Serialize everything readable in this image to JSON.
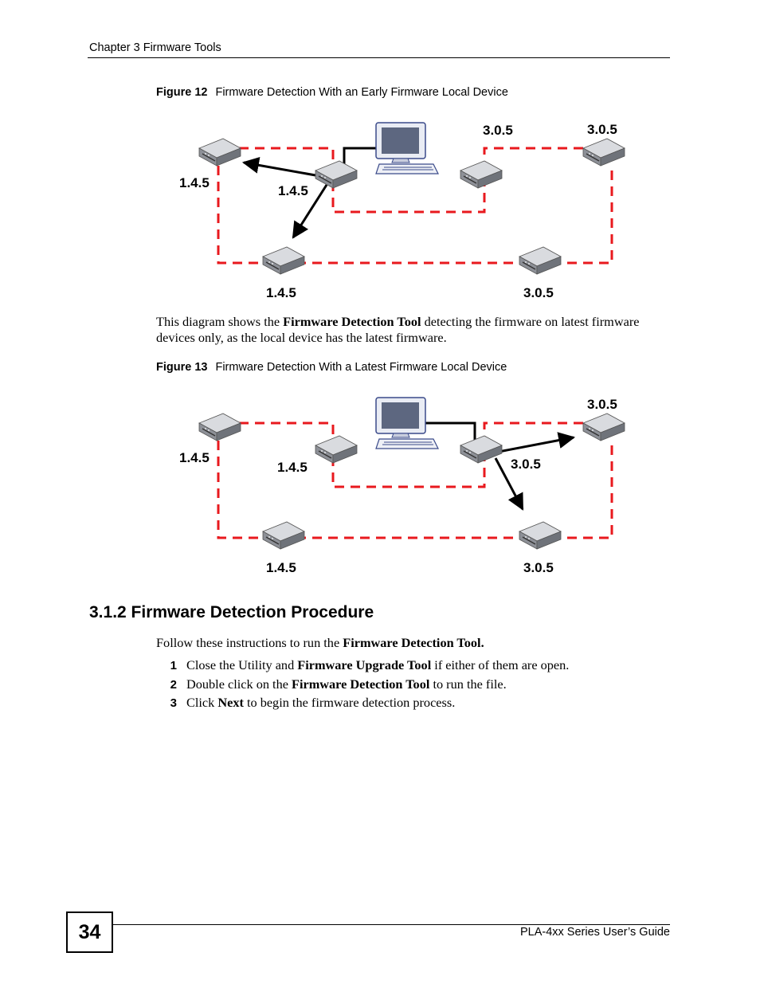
{
  "header": {
    "chapter": "Chapter 3 Firmware Tools"
  },
  "figure12": {
    "label": "Figure 12",
    "title": "Firmware Detection With an Early Firmware Local Device",
    "labels": {
      "top_left": "1.4.5",
      "local": "1.4.5",
      "bottom_left": "1.4.5",
      "mid_right": "3.0.5",
      "top_right": "3.0.5",
      "bottom_right": "3.0.5"
    }
  },
  "paragraph1": {
    "before": "This diagram shows the ",
    "bold": "Firmware Detection Tool",
    "after": " detecting the firmware on latest firmware devices only, as the local device has the latest firmware."
  },
  "figure13": {
    "label": "Figure 13",
    "title": "Firmware Detection With a Latest Firmware Local Device",
    "labels": {
      "top_left": "1.4.5",
      "mid_left": "1.4.5",
      "bottom_left": "1.4.5",
      "local": "3.0.5",
      "top_right": "3.0.5",
      "bottom_right": "3.0.5"
    }
  },
  "section": {
    "heading": "3.1.2  Firmware Detection Procedure",
    "intro_before": "Follow these instructions to run the ",
    "intro_bold": "Firmware Detection Tool.",
    "steps": [
      {
        "num": "1",
        "before": "Close the Utility and ",
        "bold": "Firmware Upgrade Tool",
        "after": " if either of them are open."
      },
      {
        "num": "2",
        "before": "Double click on the ",
        "bold": "Firmware Detection Tool",
        "after": " to run the file."
      },
      {
        "num": "3",
        "before": "Click ",
        "bold": "Next",
        "after": " to begin the firmware detection process."
      }
    ]
  },
  "footer": {
    "page_number": "34",
    "guide": "PLA-4xx Series User’s Guide"
  },
  "colors": {
    "network_line": "#e8191e",
    "device_body": "#b9bcc2",
    "monitor_screen": "#5d6780"
  }
}
